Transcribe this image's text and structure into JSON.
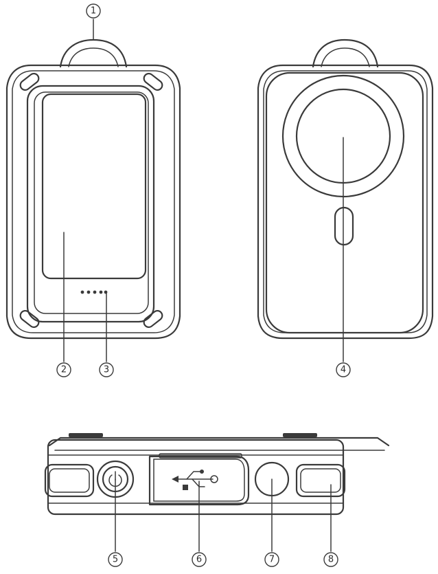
{
  "callouts": [
    {
      "id": "1",
      "text": "1"
    },
    {
      "id": "2",
      "text": "2"
    },
    {
      "id": "3",
      "text": "3"
    },
    {
      "id": "4",
      "text": "4"
    },
    {
      "id": "5",
      "text": "5"
    },
    {
      "id": "6",
      "text": "6"
    },
    {
      "id": "7",
      "text": "7"
    },
    {
      "id": "8",
      "text": "8"
    }
  ],
  "icons": {
    "power": "power-icon",
    "usb": "usb-icon"
  },
  "colors": {
    "line": "#3a3a3a",
    "background": "#ffffff"
  }
}
